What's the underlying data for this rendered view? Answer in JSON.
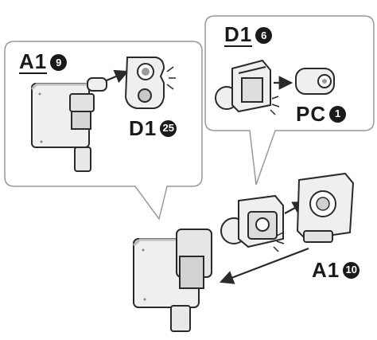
{
  "callout_left": {
    "part_label": "A1",
    "part_number": "9",
    "second_part_label": "D1",
    "second_part_number": "25"
  },
  "callout_right": {
    "part_label": "D1",
    "part_number": "6",
    "second_part_label": "PC",
    "second_part_number": "1"
  },
  "main_assembly": {
    "part_label": "A1",
    "part_number": "10"
  },
  "colors": {
    "outline": "#2a2a2a",
    "part_fill": "#efefef",
    "part_shade": "#bdbdbd",
    "callout_border": "#999999"
  }
}
